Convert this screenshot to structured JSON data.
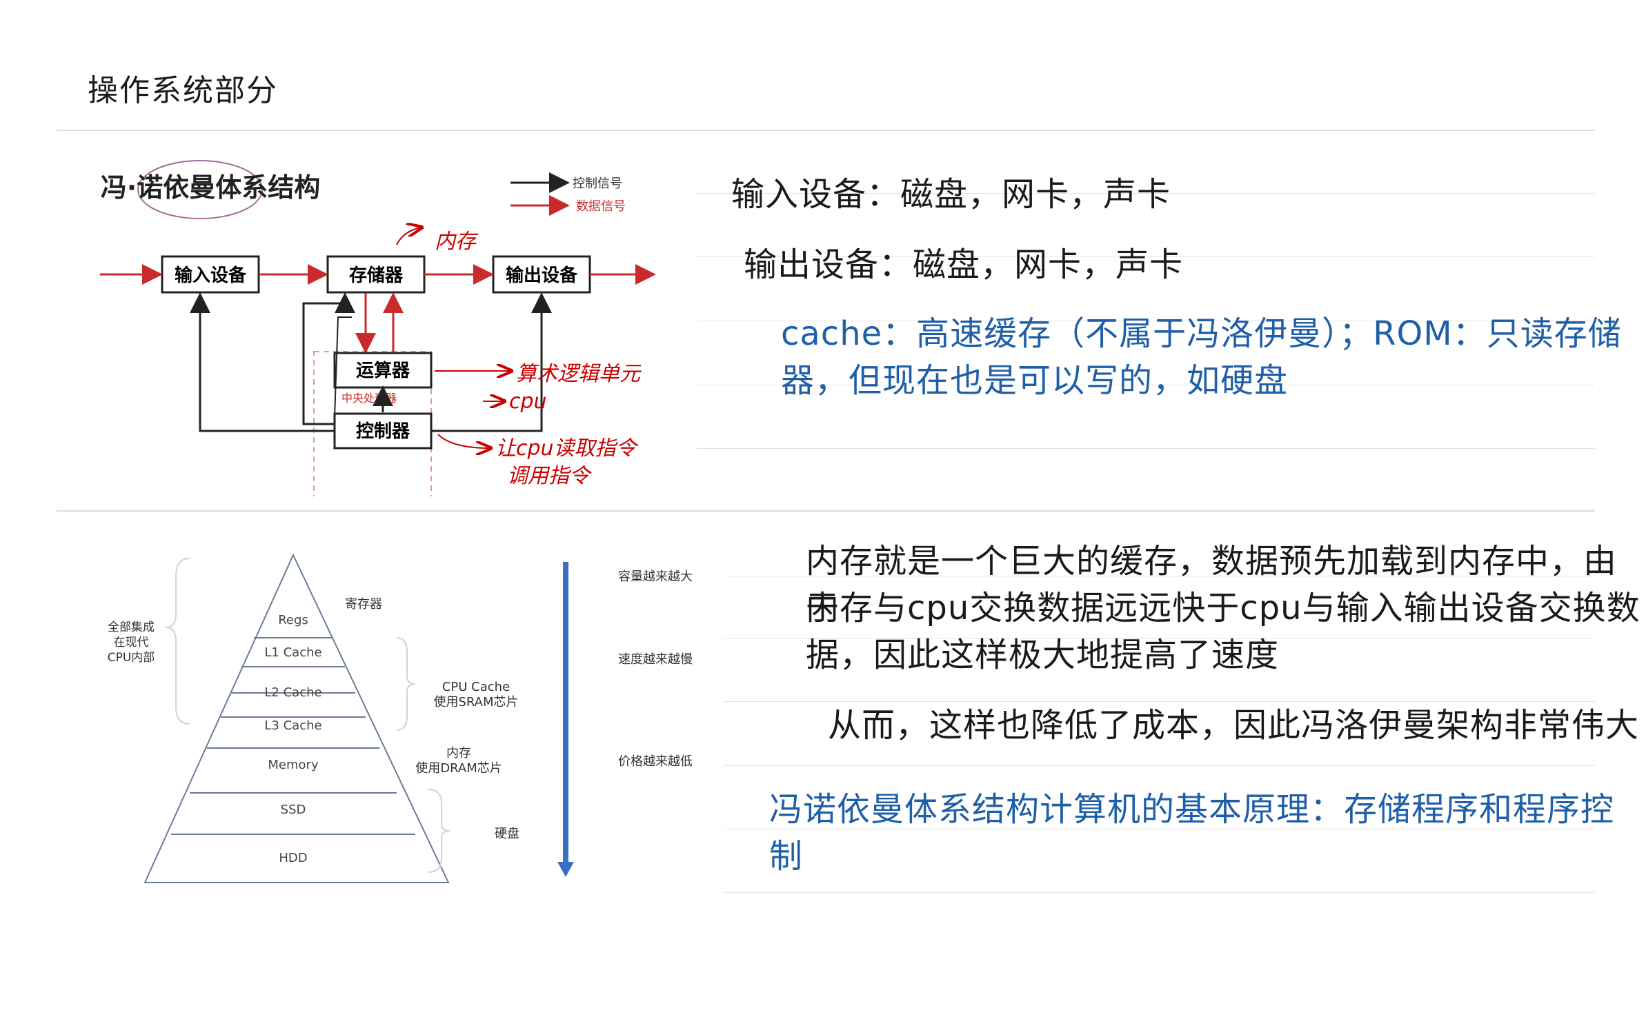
{
  "page": {
    "title": "操作系统部分"
  },
  "diagram1": {
    "title": "冯·诺依曼体系结构",
    "legend_control": "控制信号",
    "legend_data": "数据信号",
    "input": "输入设备",
    "storage": "存储器",
    "output": "输出设备",
    "alu": "运算器",
    "control": "控制器",
    "cpu_label": "中央处理器",
    "hw_memory": "内存",
    "hw_alu": "算术逻辑单元",
    "hw_cpu": "cpu",
    "hw_ctrl1": "让cpu读取指令",
    "hw_ctrl2": "调用指令"
  },
  "notes1": [
    {
      "text": "输入设备：磁盘，网卡，声卡"
    },
    {
      "text": "输出设备：磁盘，网卡，声卡"
    },
    {
      "text": "cache：高速缓存（不属于冯洛伊曼）；ROM：只读存储"
    },
    {
      "text": "器，但现在也是可以写的，如硬盘"
    }
  ],
  "diagram2": {
    "levels": [
      "Regs",
      "L1 Cache",
      "L2 Cache",
      "L3 Cache",
      "Memory",
      "SSD",
      "HDD"
    ],
    "left_brace": [
      "全部集成",
      "在现代",
      "CPU内部"
    ],
    "reg": "寄存器",
    "cpu_cache": [
      "CPU Cache",
      "使用SRAM芯片"
    ],
    "mem": [
      "内存",
      "使用DRAM芯片"
    ],
    "disk": "硬盘",
    "capacity": "容量越来越大",
    "speed": "速度越来越慢",
    "price": "价格越来越低"
  },
  "notes2": [
    {
      "text": "内存就是一个巨大的缓存，数据预先加载到内存中，由于"
    },
    {
      "text": "内存与cpu交换数据远远快于cpu与输入输出设备交换数"
    },
    {
      "text": "据，因此这样极大地提高了速度"
    },
    {
      "text": "从而，这样也降低了成本，因此冯洛伊曼架构非常伟大"
    },
    {
      "text": "冯诺依曼体系结构计算机的基本原理：存储程序和程序控制"
    }
  ],
  "colors": {
    "blue_text": "#1f5fa8",
    "red_arrow": "#c92a2a",
    "pyramid_arrow": "#3b6fc4"
  }
}
